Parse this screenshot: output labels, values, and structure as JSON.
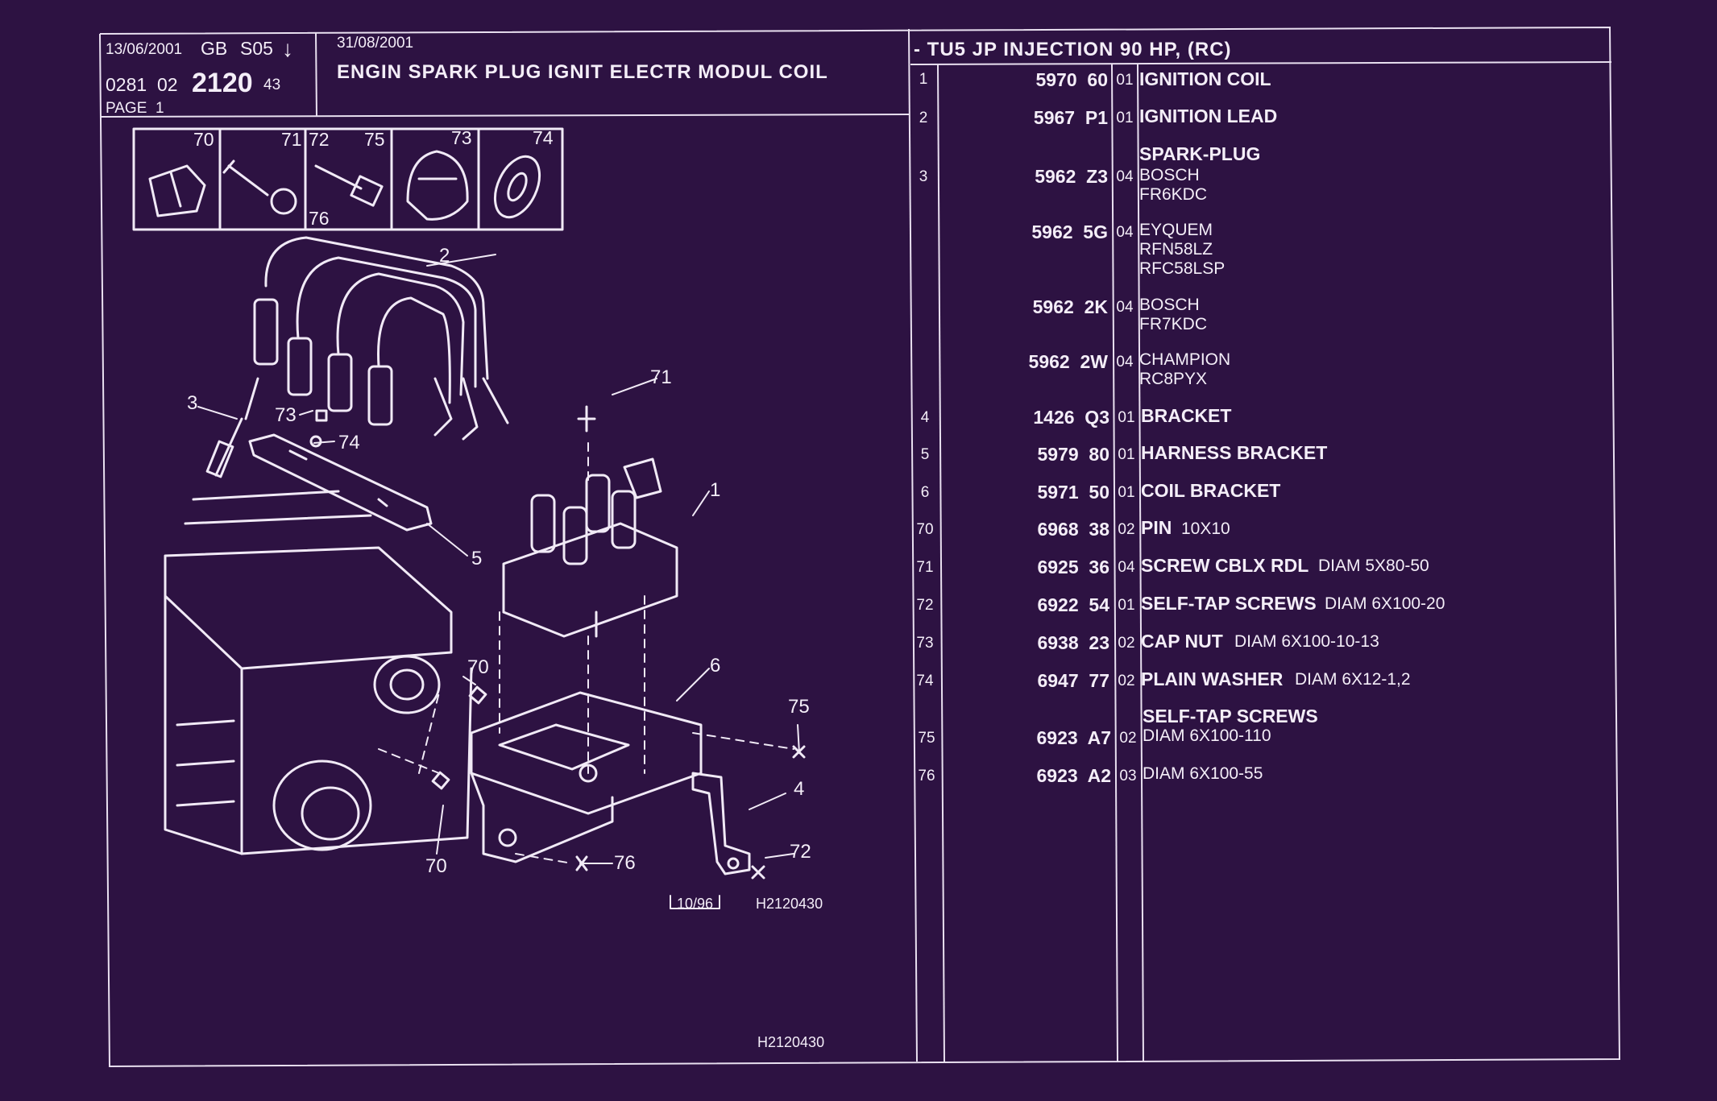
{
  "header": {
    "date": "13/06/2001",
    "lang": "GB",
    "section": "S05",
    "arrow": "↓",
    "code_prefix": "0281  02",
    "code_main": "2120",
    "code_suffix": "43",
    "page": "PAGE  1",
    "date2": "31/08/2001",
    "title": "ENGIN SPARK PLUG IGNIT ELECTR MODUL COIL",
    "model": "- TU5 JP INJECTION 90 HP, (RC)"
  },
  "inset_labels": [
    "70",
    "71",
    "72",
    "75",
    "73",
    "74",
    "76"
  ],
  "callouts": [
    "2",
    "71",
    "3",
    "73",
    "74",
    "1",
    "5",
    "6",
    "70",
    "75",
    "4",
    "70",
    "72",
    "76"
  ],
  "drawing_refs": {
    "date_box": "10/96",
    "ref1": "H2120430",
    "ref2": "H2120430"
  },
  "parts": [
    {
      "n": "1",
      "ref": "5970  60",
      "qty": "01",
      "desc": "IGNITION COIL",
      "extra": "",
      "sub": []
    },
    {
      "n": "2",
      "ref": "5967  P1",
      "qty": "01",
      "desc": "IGNITION LEAD",
      "extra": "",
      "sub": []
    },
    {
      "n": "",
      "ref": "",
      "qty": "",
      "desc": "SPARK-PLUG",
      "extra": "",
      "sub": []
    },
    {
      "n": "3",
      "ref": "5962  Z3",
      "qty": "04",
      "desc": "",
      "extra": "",
      "sub": [
        "BOSCH",
        "FR6KDC"
      ]
    },
    {
      "n": "",
      "ref": "5962  5G",
      "qty": "04",
      "desc": "",
      "extra": "",
      "sub": [
        "EYQUEM",
        "RFN58LZ",
        "RFC58LSP"
      ]
    },
    {
      "n": "",
      "ref": "5962  2K",
      "qty": "04",
      "desc": "",
      "extra": "",
      "sub": [
        "BOSCH",
        "FR7KDC"
      ]
    },
    {
      "n": "",
      "ref": "5962  2W",
      "qty": "04",
      "desc": "",
      "extra": "",
      "sub": [
        "CHAMPION",
        "RC8PYX"
      ]
    },
    {
      "n": "4",
      "ref": "1426  Q3",
      "qty": "01",
      "desc": "BRACKET",
      "extra": "",
      "sub": []
    },
    {
      "n": "5",
      "ref": "5979  80",
      "qty": "01",
      "desc": "HARNESS BRACKET",
      "extra": "",
      "sub": []
    },
    {
      "n": "6",
      "ref": "5971  50",
      "qty": "01",
      "desc": "COIL BRACKET",
      "extra": "",
      "sub": []
    },
    {
      "n": "70",
      "ref": "6968  38",
      "qty": "02",
      "desc": "PIN",
      "extra": "10X10",
      "sub": []
    },
    {
      "n": "71",
      "ref": "6925  36",
      "qty": "04",
      "desc": "SCREW CBLX RDL",
      "extra": "DIAM 5X80-50",
      "sub": []
    },
    {
      "n": "72",
      "ref": "6922  54",
      "qty": "01",
      "desc": "SELF-TAP SCREWS",
      "extra": "DIAM 6X100-20",
      "sub": []
    },
    {
      "n": "73",
      "ref": "6938  23",
      "qty": "02",
      "desc": "CAP NUT",
      "extra": "DIAM 6X100-10-13",
      "sub": []
    },
    {
      "n": "74",
      "ref": "6947  77",
      "qty": "02",
      "desc": "PLAIN WASHER",
      "extra": "DIAM 6X12-1,2",
      "sub": []
    },
    {
      "n": "",
      "ref": "",
      "qty": "",
      "desc": "SELF-TAP SCREWS",
      "extra": "",
      "sub": []
    },
    {
      "n": "75",
      "ref": "6923  A7",
      "qty": "02",
      "desc": "",
      "extra": "",
      "sub": [
        "DIAM 6X100-110"
      ]
    },
    {
      "n": "76",
      "ref": "6923  A2",
      "qty": "03",
      "desc": "",
      "extra": "",
      "sub": [
        "DIAM 6X100-55"
      ]
    }
  ]
}
